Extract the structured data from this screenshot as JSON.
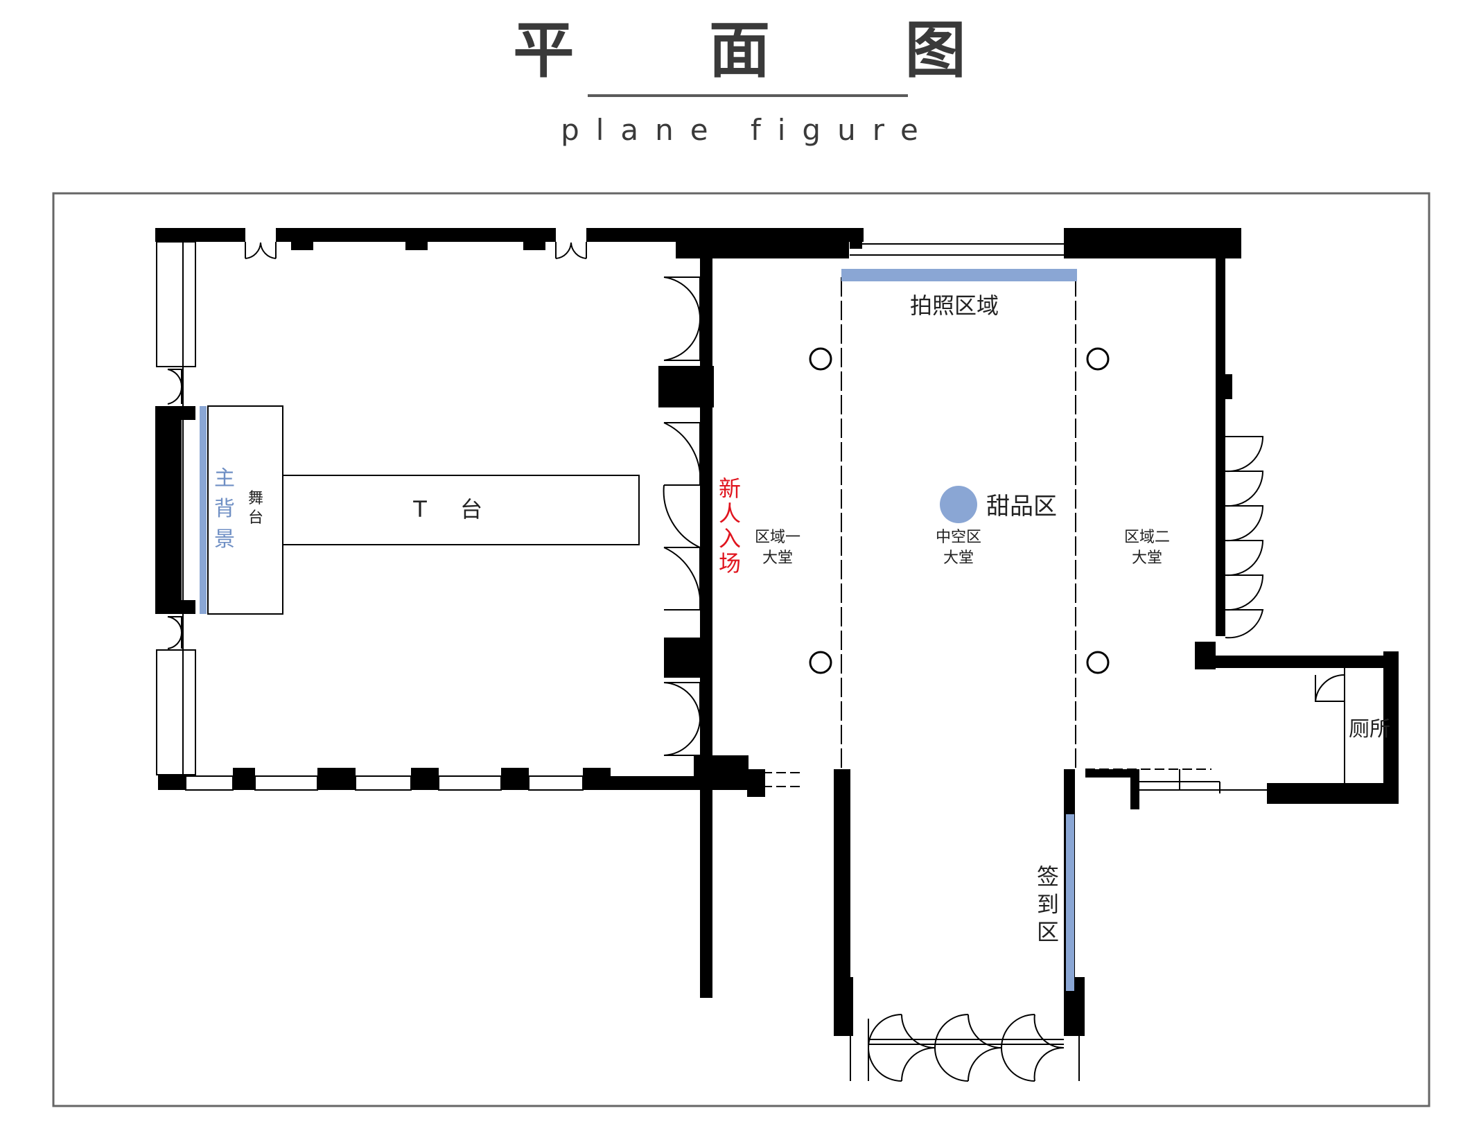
{
  "header": {
    "title": "平 面 图",
    "subtitle": "plane figure"
  },
  "labels": {
    "main_backdrop": [
      "主",
      "背",
      "景"
    ],
    "stage": [
      "舞",
      "台"
    ],
    "t_stage": [
      "T",
      "台"
    ],
    "couple_entrance": [
      "新",
      "人",
      "入",
      "场"
    ],
    "zone_one": [
      "区域一",
      "大堂"
    ],
    "atrium": [
      "中空区",
      "大堂"
    ],
    "zone_two": [
      "区域二",
      "大堂"
    ],
    "photo_area": "拍照区域",
    "dessert_area": "甜品区",
    "sign_in": [
      "签",
      "到",
      "区"
    ],
    "restroom": "厕所"
  },
  "colors": {
    "wall": "#000000",
    "accent_blue": "#8aa6d4",
    "entrance_red": "#e0141e",
    "frame": "#666666",
    "text": "#222222"
  }
}
